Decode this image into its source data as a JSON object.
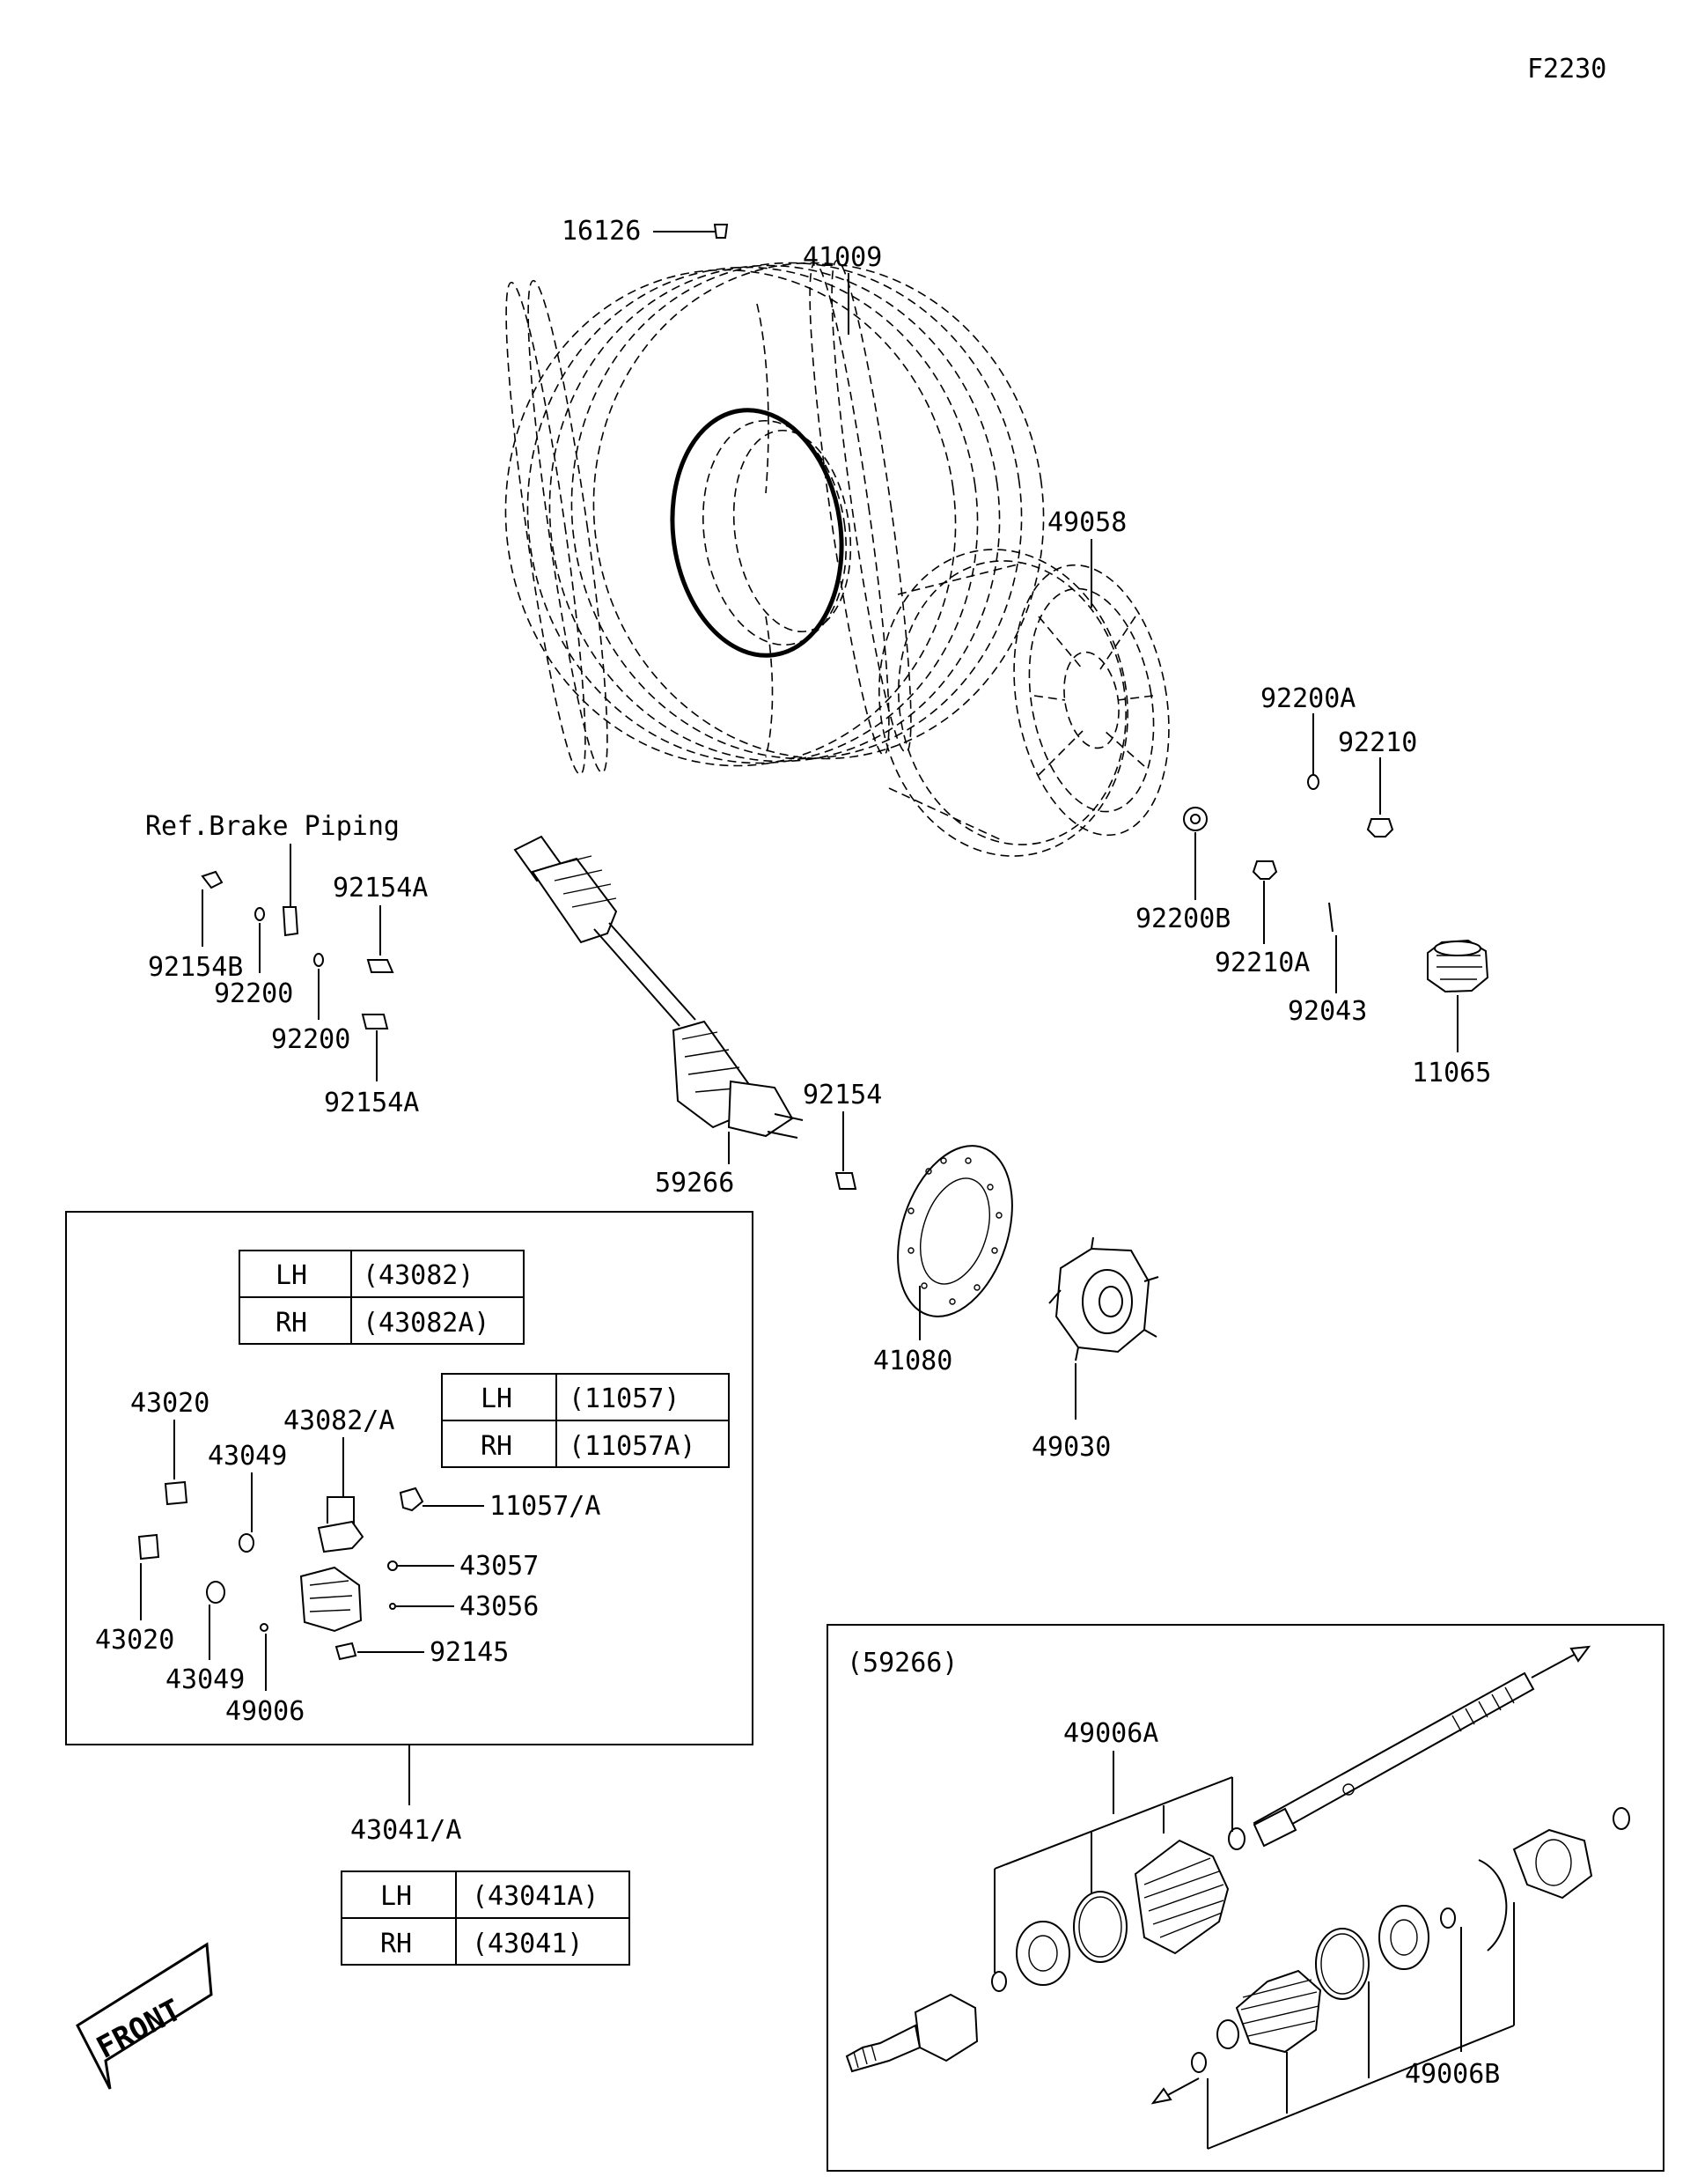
{
  "sheet_code": "F2230",
  "labels": {
    "p16126": "16126",
    "p41009": "41009",
    "p49058": "49058",
    "p92200A": "92200A",
    "p92210": "92210",
    "p92200B": "92200B",
    "p92210A": "92210A",
    "p92043": "92043",
    "p11065": "11065",
    "ref_brake": "Ref.Brake Piping",
    "p92154A_top": "92154A",
    "p92154B": "92154B",
    "p92200_1": "92200",
    "p92200_2": "92200",
    "p92154A_bot": "92154A",
    "p92154": "92154",
    "p59266": "59266",
    "p41080": "41080",
    "p49030": "49030",
    "p43020_1": "43020",
    "p43082A": "43082/A",
    "p43049_1": "43049",
    "p11057A": "11057/A",
    "p43057": "43057",
    "p43056": "43056",
    "p92145": "92145",
    "p43020_2": "43020",
    "p43049_2": "43049",
    "p49006": "49006",
    "p43041A": "43041/A",
    "inset_title": "(59266)",
    "p49006A": "49006A",
    "p49006B": "49006B",
    "front": "FRONT"
  },
  "tables": {
    "t43082": [
      [
        "LH",
        "(43082)"
      ],
      [
        "RH",
        "(43082A)"
      ]
    ],
    "t11057": [
      [
        "LH",
        "(11057)"
      ],
      [
        "RH",
        "(11057A)"
      ]
    ],
    "t43041": [
      [
        "LH",
        "(43041A)"
      ],
      [
        "RH",
        "(43041)"
      ]
    ]
  }
}
